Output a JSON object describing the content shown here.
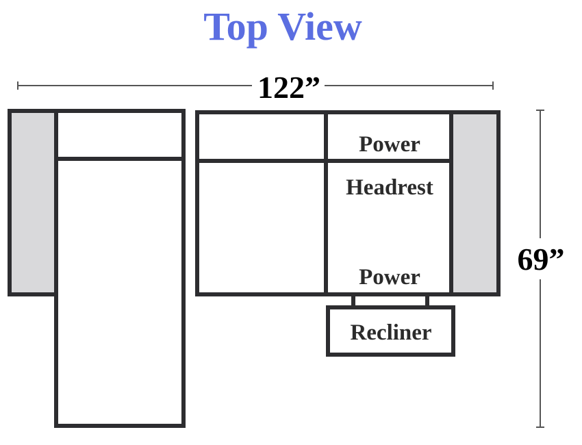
{
  "title": "Top View",
  "width_dimension": "122”",
  "depth_dimension": "69”",
  "labels": {
    "power_top": "Power",
    "headrest": "Headrest",
    "power_bottom": "Power",
    "recliner": "Recliner"
  },
  "colors": {
    "title": "#5b6ee1",
    "outline": "#2d2d30",
    "arm_fill": "#d9d9db",
    "label_text": "#2b2b2b",
    "dimension_line": "#555555"
  }
}
